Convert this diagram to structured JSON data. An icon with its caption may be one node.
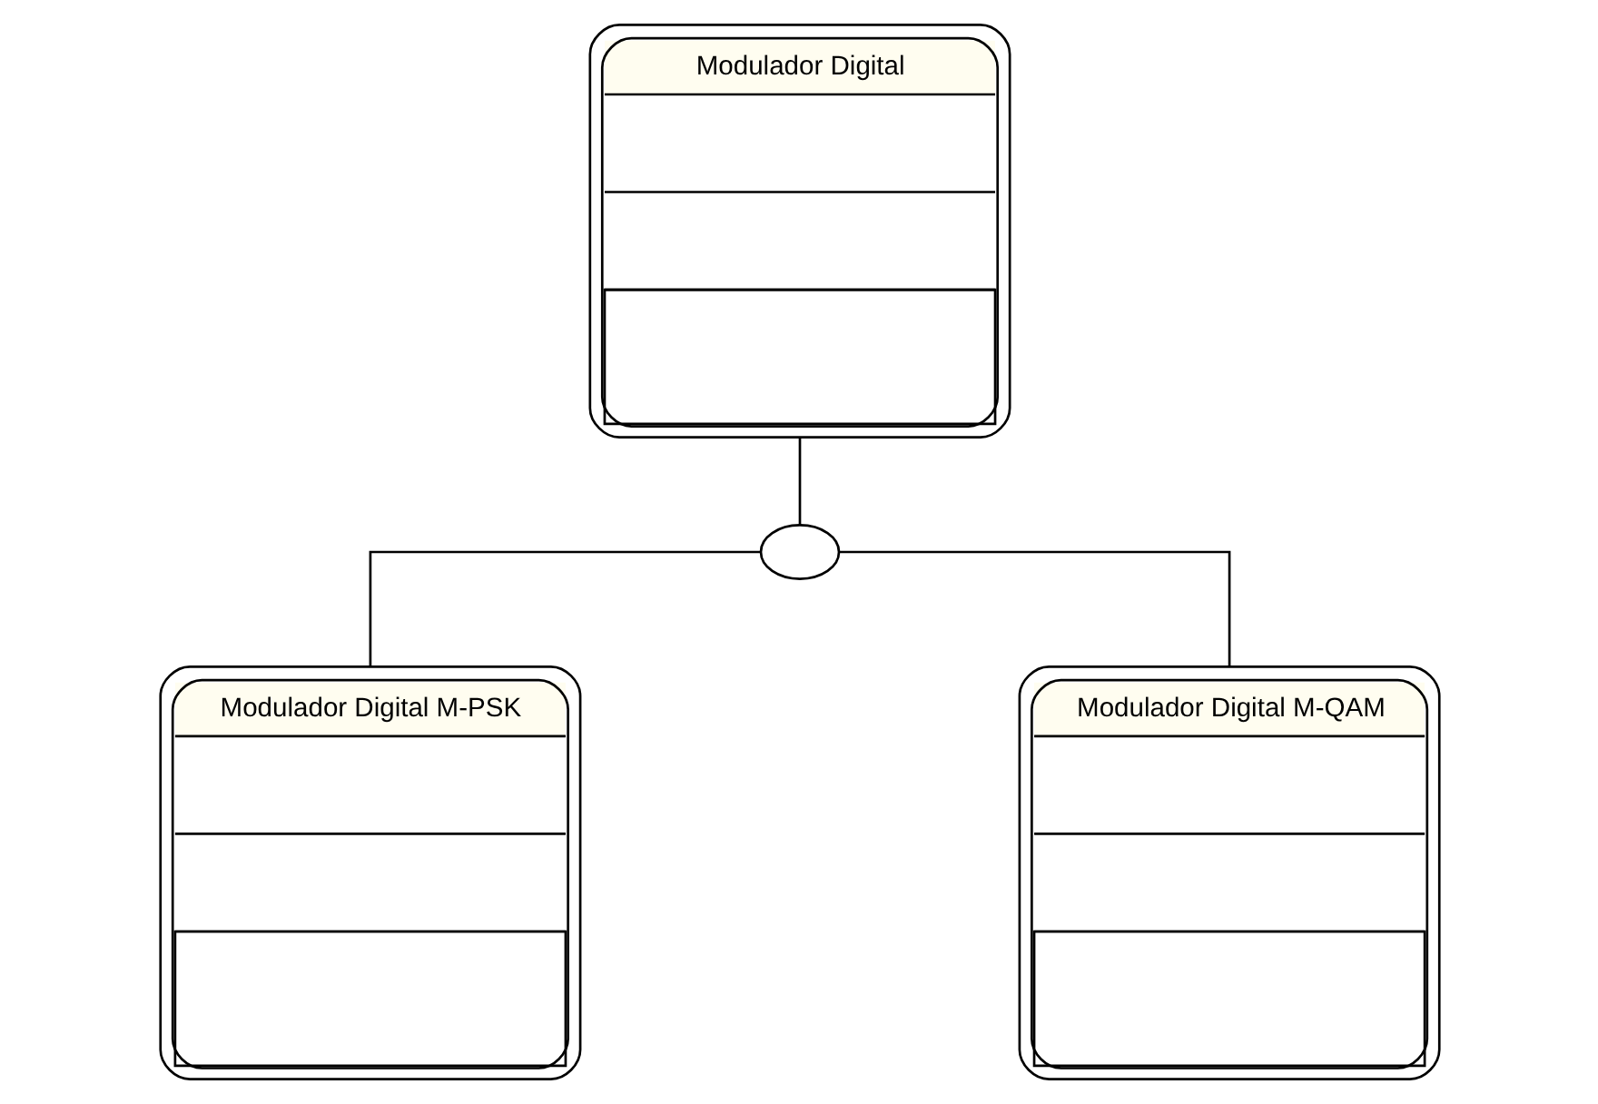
{
  "diagram": {
    "nodes": [
      {
        "text": [
          "Modulador Digital"
        ]
      },
      {
        "text": [],
        "shape": "semicircle"
      },
      {
        "text": [
          "Modulador Digital M-PSK"
        ]
      },
      {
        "text": [
          "Modulador Digital M-QAM"
        ]
      }
    ],
    "edges": [
      {
        "from": 0,
        "to": 1,
        "arrow": "none"
      },
      {
        "from": 1,
        "to": 2,
        "arrow": "none"
      },
      {
        "from": 1,
        "to": 3,
        "arrow": "none"
      }
    ]
  }
}
